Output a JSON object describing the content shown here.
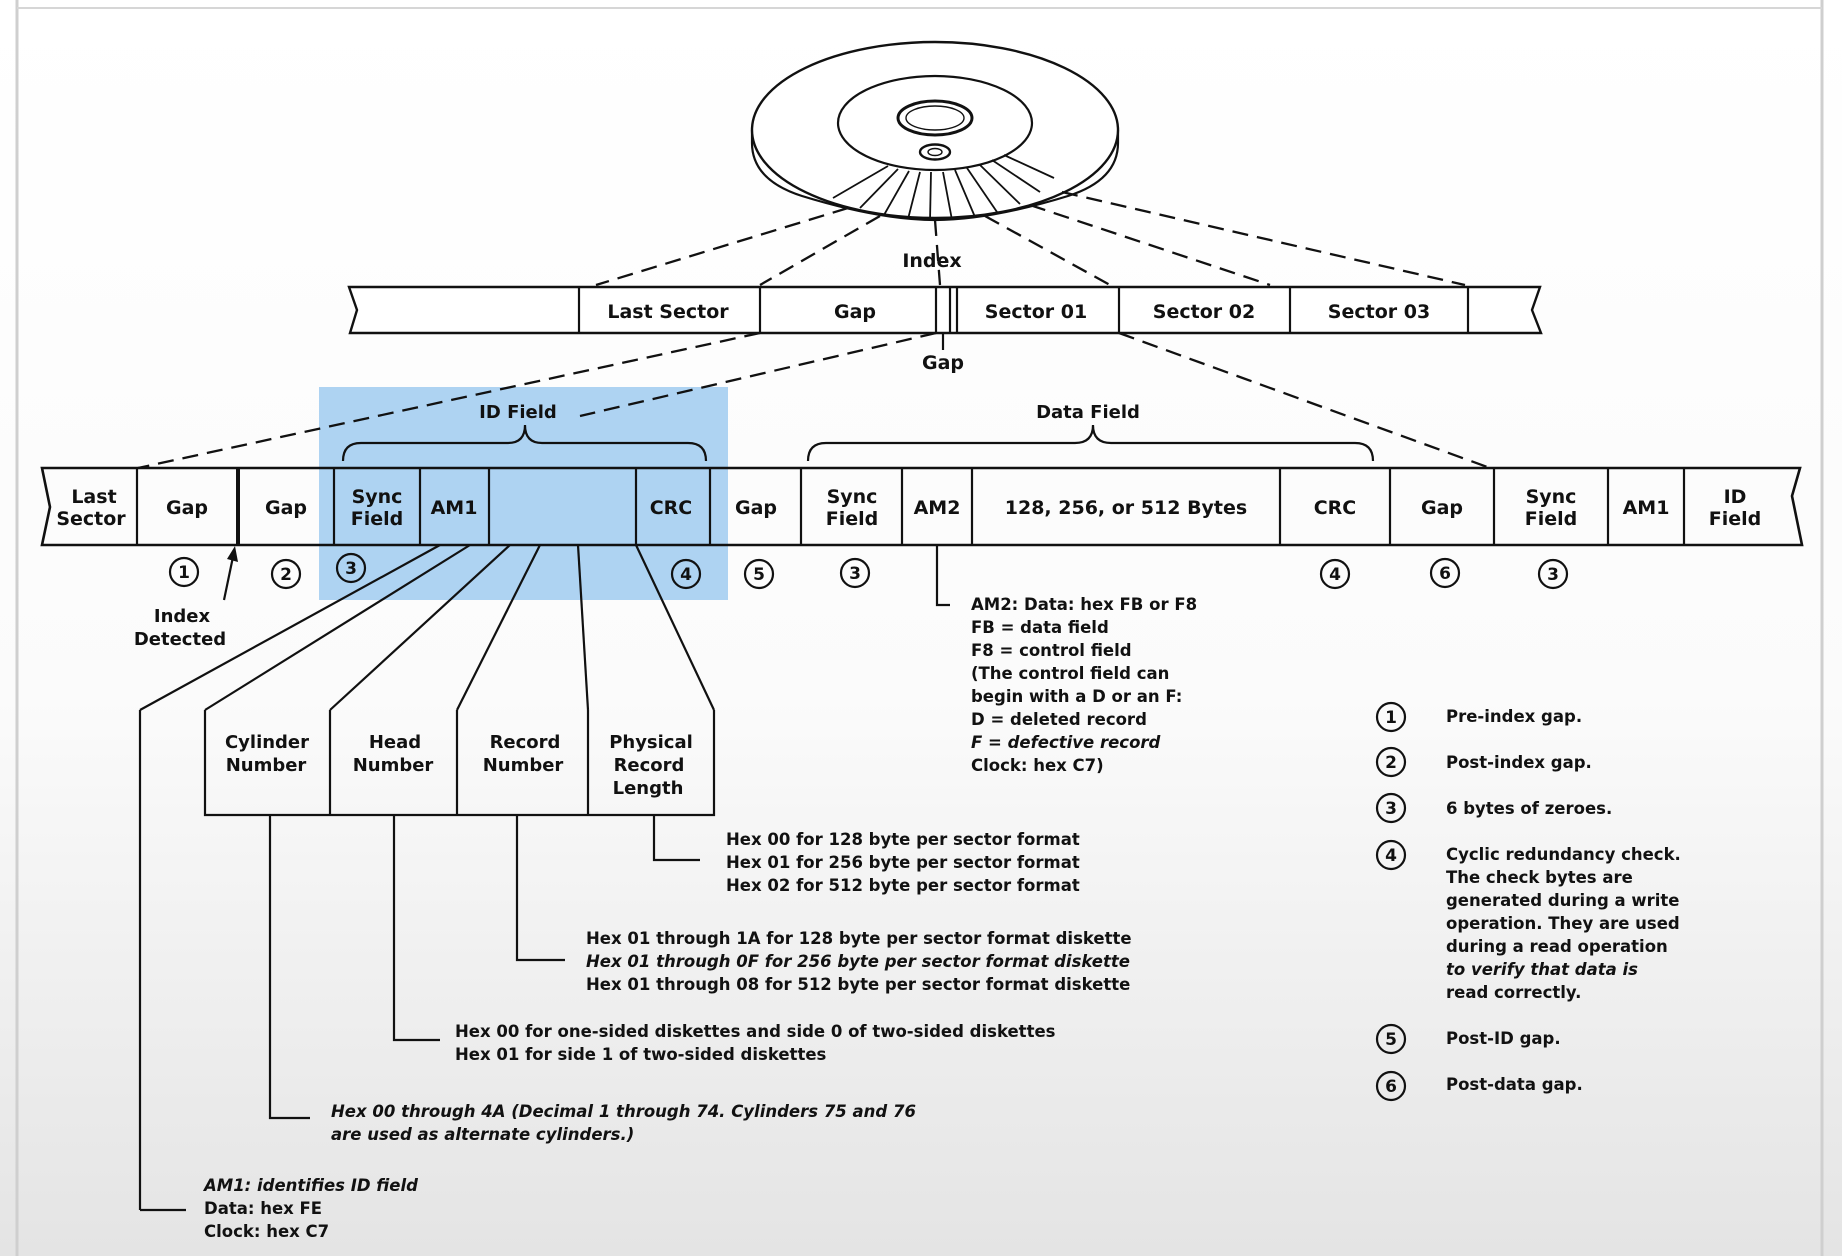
{
  "disk_track": {
    "index_label": "Index",
    "gap_label": "Gap",
    "cells": [
      "Last Sector",
      "Gap",
      "Sector 01",
      "Sector 02",
      "Sector 03"
    ]
  },
  "field_strip": {
    "id_field_label": "ID Field",
    "data_field_label": "Data Field",
    "cells": [
      "Last Sector",
      "Gap",
      "Gap",
      "Sync Field",
      "AM1",
      "",
      "CRC",
      "Gap",
      "Sync Field",
      "AM2",
      "128, 256, or 512 Bytes",
      "CRC",
      "Gap",
      "Sync Field",
      "AM1",
      "ID Field"
    ],
    "markers": [
      "1",
      "2",
      "3",
      "4",
      "5",
      "3",
      "4",
      "6",
      "3"
    ],
    "index_detected": [
      "Index",
      "Detected"
    ]
  },
  "id_subfields": [
    "Cylinder Number",
    "Head Number",
    "Record Number",
    "Physical Record Length"
  ],
  "am2_note": [
    "AM2: Data: hex FB or F8",
    "FB = data field",
    "F8 = control field",
    "(The control field can",
    "begin with a D or an F:",
    "D = deleted record",
    "F = defective record",
    "Clock: hex C7)"
  ],
  "prl_note": [
    "Hex 00 for 128 byte per sector format",
    "Hex 01 for 256 byte per sector format",
    "Hex 02 for 512 byte per sector format"
  ],
  "record_note": [
    "Hex 01 through 1A for 128 byte per sector format diskette",
    "Hex 01 through 0F for 256 byte per sector format diskette",
    "Hex 01 through 08 for 512 byte per sector format diskette"
  ],
  "head_note": [
    "Hex 00 for one-sided diskettes and side 0 of two-sided diskettes",
    "Hex 01 for side 1 of two-sided diskettes"
  ],
  "cyl_note": [
    "Hex 00 through 4A (Decimal 1 through 74. Cylinders 75 and 76",
    "are used as alternate cylinders.)"
  ],
  "am1_note": [
    "AM1: identifies ID field",
    "Data: hex FE",
    "Clock: hex C7"
  ],
  "legend": [
    {
      "num": "1",
      "lines": [
        "Pre-index gap."
      ]
    },
    {
      "num": "2",
      "lines": [
        "Post-index gap."
      ]
    },
    {
      "num": "3",
      "lines": [
        "6 bytes of zeroes."
      ]
    },
    {
      "num": "4",
      "lines": [
        "Cyclic redundancy check.",
        "The check bytes are",
        "generated during a write",
        "operation. They are used",
        "during a read operation",
        "to verify that data is",
        "read correctly."
      ]
    },
    {
      "num": "5",
      "lines": [
        "Post-ID gap."
      ]
    },
    {
      "num": "6",
      "lines": [
        "Post-data gap."
      ]
    }
  ],
  "colors": {
    "highlight": "#aed3f2",
    "ink": "#111111"
  }
}
